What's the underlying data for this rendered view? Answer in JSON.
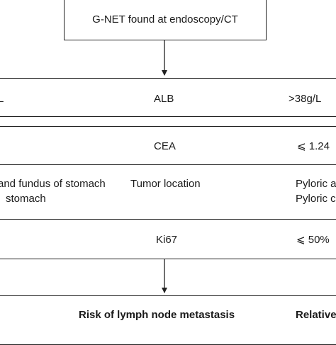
{
  "start": {
    "label": "G-NET found at endoscopy/CT"
  },
  "rows": [
    {
      "left": "L",
      "center": "ALB",
      "right": ">38g/L"
    },
    {
      "left": "",
      "center": "CEA",
      "right": "⩽ 1.24"
    },
    {
      "left_line1": "and fundus of stomach",
      "left_line2": "stomach",
      "center": "Tumor location",
      "right_line1": "Pyloric a",
      "right_line2": "Pyloric c"
    },
    {
      "left": "",
      "center": "Ki67",
      "right": "⩽ 50%"
    }
  ],
  "outcome": {
    "center": "Risk of lymph node metastasis",
    "right": "Relative"
  }
}
